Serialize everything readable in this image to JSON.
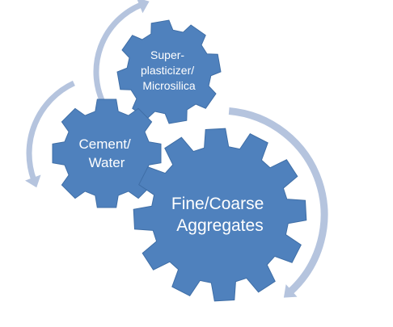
{
  "colors": {
    "gear_fill": "#4f81bd",
    "gear_stroke": "#3f6ea6",
    "arrow": "#b5c4de",
    "background": "#ffffff",
    "label": "#ffffff"
  },
  "gears": [
    {
      "id": "superplasticizer",
      "lines": [
        "Super-",
        "plasticizer/",
        "Microsilica"
      ]
    },
    {
      "id": "cement",
      "lines": [
        "Cement/",
        "Water"
      ]
    },
    {
      "id": "aggregates",
      "lines": [
        "Fine/Coarse",
        "Aggregates"
      ]
    }
  ],
  "arrows": [
    {
      "id": "arrow-top",
      "direction": "clockwise-up"
    },
    {
      "id": "arrow-left",
      "direction": "counterclockwise-down"
    },
    {
      "id": "arrow-right",
      "direction": "clockwise-down"
    }
  ]
}
